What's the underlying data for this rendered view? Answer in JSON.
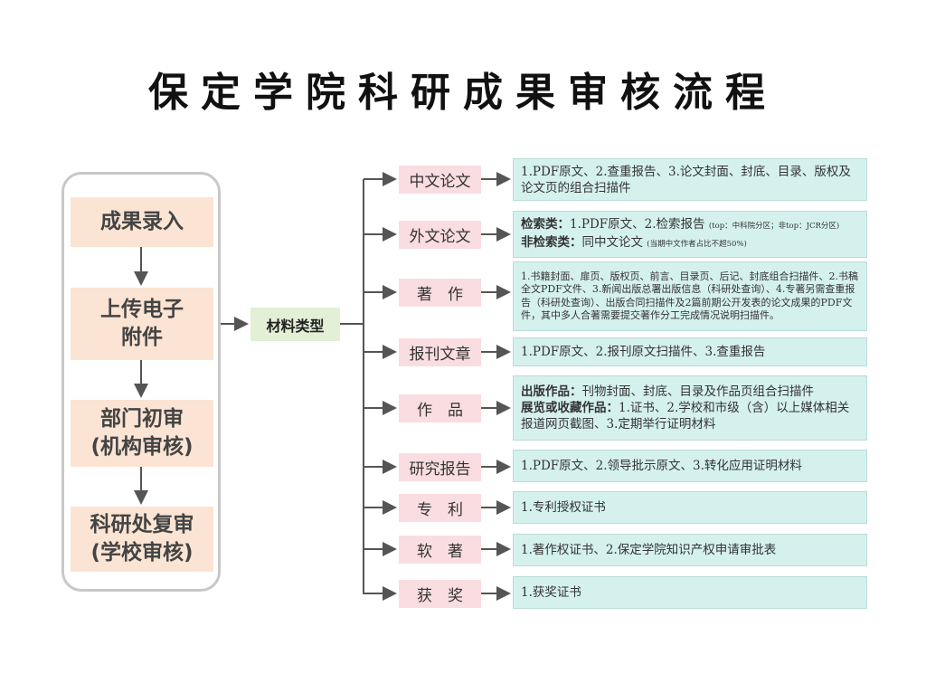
{
  "title": "保定学院科研成果审核流程",
  "steps": [
    "成果录入",
    "上传电子附件",
    "部门初审(机构审核)",
    "科研处复审(学校审核)"
  ],
  "steps_lines": [
    [
      "成果录入"
    ],
    [
      "上传电子",
      "附件"
    ],
    [
      "部门初审",
      "(机构审核)"
    ],
    [
      "科研处复审",
      "(学校审核)"
    ]
  ],
  "material_type": "材料类型",
  "categories": [
    {
      "label": "中文论文",
      "content": "1.PDF原文、2.查重报告、3.论文封面、封底、目录、版权及论文页的组合扫描件"
    },
    {
      "label": "外文论文",
      "line1_bold": "检索类：",
      "line1": "1.PDF原文、2.检索报告",
      "line1_note": "(top：中科院分区；非top：JCR分区)",
      "line2_bold": "非检索类：",
      "line2": "同中文论文",
      "line2_note": "(当期中文作者占比不超50%)"
    },
    {
      "label": "著　作",
      "content": "1.书籍封面、扉页、版权页、前言、目录页、后记、封底组合扫描件、2.书稿全文PDF文件、3.新闻出版总署出版信息（科研处查询）、4.专著另需查重报告（科研处查询）、出版合同扫描件及2篇前期公开发表的论文成果的PDF文件，其中多人合著需要提交著作分工完成情况说明扫描件。"
    },
    {
      "label": "报刊文章",
      "content": "1.PDF原文、2.报刊原文扫描件、3.查重报告"
    },
    {
      "label": "作　品",
      "line1_bold": "出版作品：",
      "line1": "刊物封面、封底、目录及作品页组合扫描件",
      "line2_bold": "展览或收藏作品：",
      "line2": "1.证书、2.学校和市级（含）以上媒体相关报道网页截图、3.定期举行证明材料"
    },
    {
      "label": "研究报告",
      "content": "1.PDF原文、2.领导批示原文、3.转化应用证明材料"
    },
    {
      "label": "专　利",
      "content": "1.专利授权证书"
    },
    {
      "label": "软　著",
      "content": "1.著作权证书、2.保定学院知识产权申请审批表"
    },
    {
      "label": "获　奖",
      "content": "1.获奖证书"
    }
  ],
  "colors": {
    "step": "#fbe4d3",
    "category": "#f9dde0",
    "content": "#d5f1ee",
    "type": "#e3f0d6",
    "line": "#555555"
  }
}
